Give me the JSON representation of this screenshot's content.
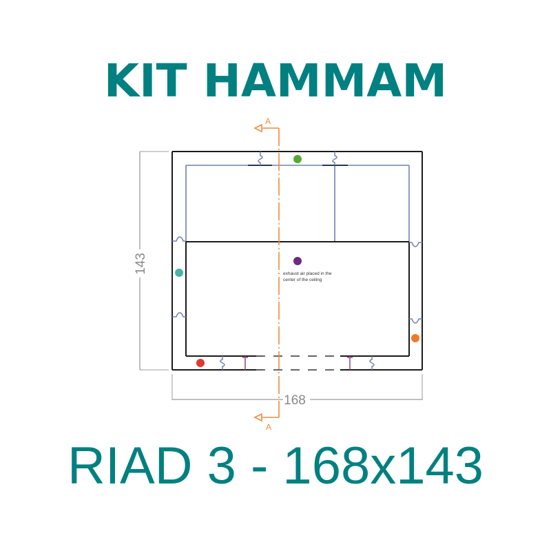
{
  "header": {
    "title": "KIT HAMMAM"
  },
  "footer": {
    "model_label": "RIAD 3 - 168x143"
  },
  "drawing": {
    "type": "floor-plan",
    "dimensions": {
      "width_label": "168",
      "height_label": "143"
    },
    "section_marker": {
      "label_top": "A",
      "label_bottom": "A"
    },
    "note": {
      "line1": "exhaust air placed in the",
      "line2": "center of the ceiling"
    },
    "markers": [
      {
        "name": "green-marker",
        "color": "#5aa832"
      },
      {
        "name": "purple-marker",
        "color": "#6a2d7e"
      },
      {
        "name": "teal-marker",
        "color": "#4ab3a8"
      },
      {
        "name": "orange-marker",
        "color": "#ee7a2a"
      },
      {
        "name": "red-marker",
        "color": "#e03a2e"
      }
    ],
    "colors": {
      "wall": "#1a1a1a",
      "inner_panel": "#6f80b0",
      "dimension": "#9a9a9a",
      "section_line": "#f08a3c",
      "door_post": "#9c4c8c",
      "title": "#008080"
    }
  }
}
